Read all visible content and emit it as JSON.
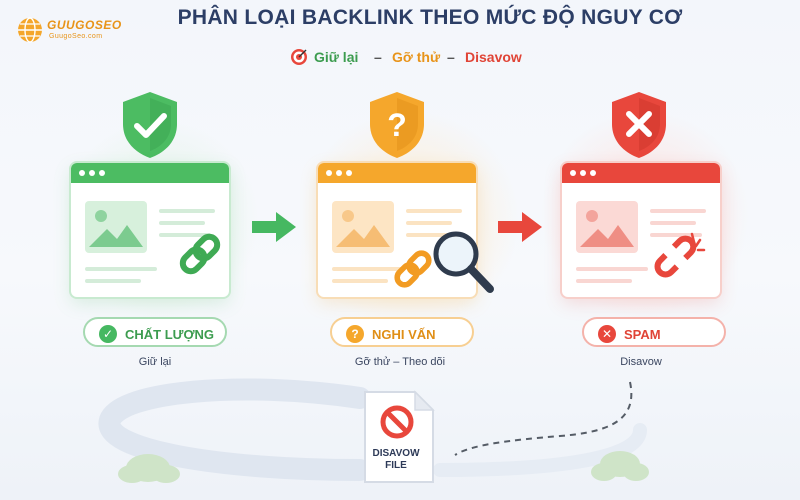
{
  "logo": {
    "brand": "GUUGOSEO",
    "site": "GuugoSeo.com"
  },
  "title": "PHÂN LOẠI BACKLINK THEO MỨC ĐỘ NGUY CƠ",
  "subtitle": {
    "keep": "Giữ lại",
    "remove": "Gỡ thử",
    "disavow": "Disavow",
    "sep": "–"
  },
  "panels": [
    {
      "name": "quality",
      "label": "CHẤT LƯỢNG",
      "caption": "Giữ lại",
      "shield": "check-icon",
      "color": "#46b861",
      "light": "#bfe6c8"
    },
    {
      "name": "suspect",
      "label": "NGHI VẤN",
      "caption": "Gỡ thử – Theo dõi",
      "shield": "question-icon",
      "color": "#f2a52e",
      "light": "#fbdcae"
    },
    {
      "name": "spam",
      "label": "SPAM",
      "caption": "Disavow",
      "shield": "x-icon",
      "color": "#e8473c",
      "light": "#f8c3bd"
    }
  ],
  "file": {
    "line1": "DISAVOW",
    "line2": "FILE"
  }
}
